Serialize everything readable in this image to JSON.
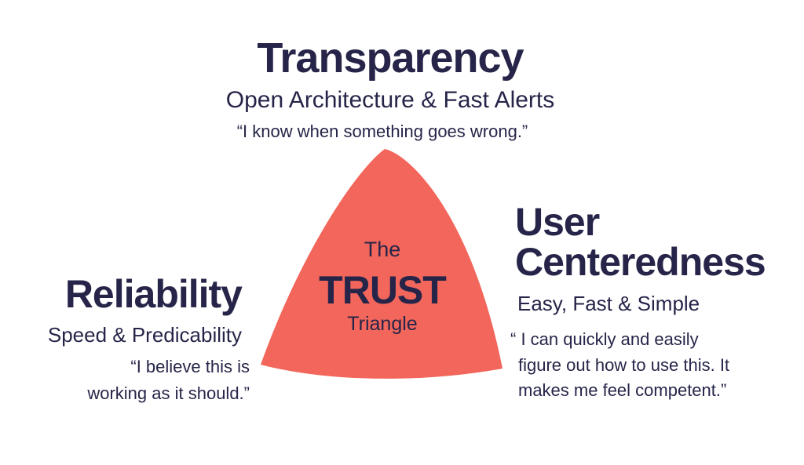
{
  "colors": {
    "triangle": "#F2665B",
    "text": "#262549"
  },
  "triangle": {
    "line1": "The",
    "line2": "TRUST",
    "line3": "Triangle"
  },
  "transparency": {
    "title": "Transparency",
    "subtitle": "Open Architecture & Fast Alerts",
    "quote": "“I know when something goes wrong.”"
  },
  "user_centeredness": {
    "title_line1": "User",
    "title_line2": "Centeredness",
    "subtitle": "Easy, Fast & Simple",
    "quote_lines": [
      "“ I can quickly and easily",
      "figure out how to use this. It",
      "makes me feel competent.”"
    ]
  },
  "reliability": {
    "title": "Reliability",
    "subtitle": "Speed & Predicability",
    "quote_lines": [
      "“I believe this is",
      "working as it should.”"
    ]
  }
}
